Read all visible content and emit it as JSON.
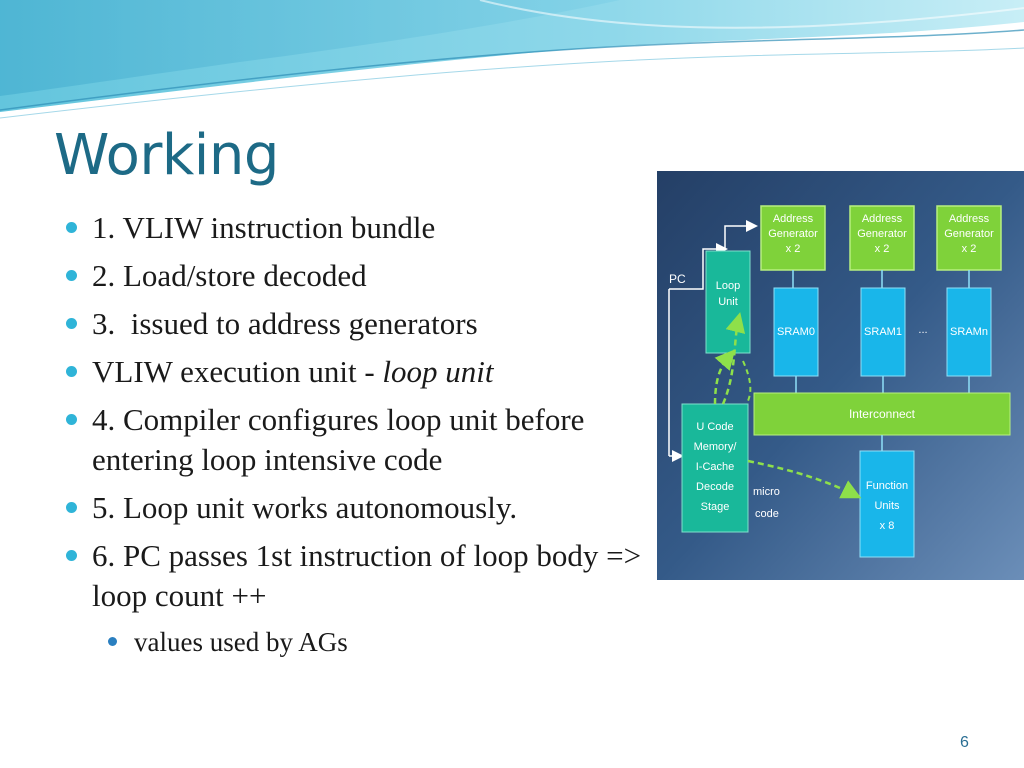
{
  "slide": {
    "title": "Working",
    "page_number": "6",
    "bullets": [
      {
        "level": 1,
        "text": "1. VLIW instruction bundle"
      },
      {
        "level": 1,
        "text": "2. Load/store decoded"
      },
      {
        "level": 1,
        "text": "3.  issued to address generators"
      },
      {
        "level": 1,
        "text": "VLIW execution unit - ",
        "emphasis": "loop unit"
      },
      {
        "level": 1,
        "text": "4. Compiler configures loop unit before entering loop intensive code"
      },
      {
        "level": 1,
        "text": "5. Loop unit works autonomously."
      },
      {
        "level": 1,
        "text": "6. PC passes 1st instruction of loop body => loop count ++"
      },
      {
        "level": 2,
        "text": "values used by AGs"
      }
    ]
  },
  "diagram": {
    "pc_label": "PC",
    "address_generators": [
      {
        "line1": "Address",
        "line2": "Generator",
        "line3": "x 2"
      },
      {
        "line1": "Address",
        "line2": "Generator",
        "line3": "x 2"
      },
      {
        "line1": "Address",
        "line2": "Generator",
        "line3": "x 2"
      }
    ],
    "loop_unit": {
      "line1": "Loop",
      "line2": "Unit"
    },
    "srams": [
      "SRAM0",
      "SRAM1",
      "SRAMn"
    ],
    "sram_ellipsis": "...",
    "interconnect": "Interconnect",
    "ucode": {
      "line1": "U Code",
      "line2": "Memory/",
      "line3": "I-Cache",
      "line4": "Decode",
      "line5": "Stage"
    },
    "micro_code": {
      "line1": "micro",
      "line2": "code"
    },
    "function_units": {
      "line1": "Function",
      "line2": "Units",
      "line3": "x 8"
    },
    "colors": {
      "green": "#7fd23a",
      "blue": "#19b6ea",
      "teal": "#19b89a",
      "background": "#2f4f7a"
    }
  }
}
